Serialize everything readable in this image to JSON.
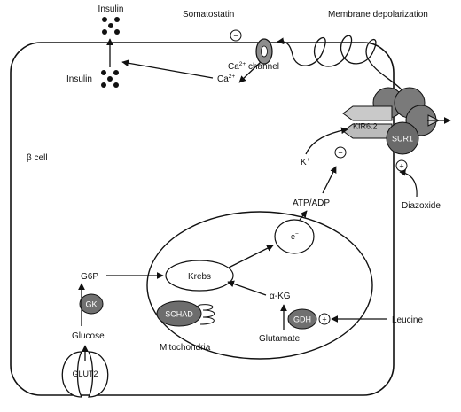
{
  "diagram": {
    "colors": {
      "stroke": "#111111",
      "dark_fill": "#6f6f6f",
      "mid_fill": "#9a9a9a",
      "light_fill": "#c8c8c8",
      "background": "#ffffff"
    },
    "labels": {
      "insulin_top": "Insulin",
      "insulin_left": "Insulin",
      "somatostatin": "Somatostatin",
      "membrane_depolarization": "Membrane depolarization",
      "ca_channel_prefix": "Ca",
      "ca_channel_sup": "2+",
      "ca_channel_suffix": " channel",
      "ca_ion": "Ca",
      "ca_ion_sup": "2+",
      "kir62": "KIR6.2",
      "sur1": "SUR1",
      "k_ion": "K",
      "k_ion_sup": "+",
      "beta_cell": "β cell",
      "diazoxide": "Diazoxide",
      "atp_adp": "ATP/ADP",
      "electron": "e",
      "electron_sup": "−",
      "g6p": "G6P",
      "krebs": "Krebs",
      "gk": "GK",
      "akg": "α-KG",
      "schad": "SCHAD",
      "gdh": "GDH",
      "leucine": "Leucine",
      "glucose": "Glucose",
      "glutamate": "Glutamate",
      "mitochondria": "Mitochondria",
      "glut2": "GLUT2"
    },
    "signs": {
      "somatostatin_inhibit": "−",
      "katp_inhibit": "−",
      "diazoxide_activate": "+",
      "gdh_activate": "+"
    }
  }
}
